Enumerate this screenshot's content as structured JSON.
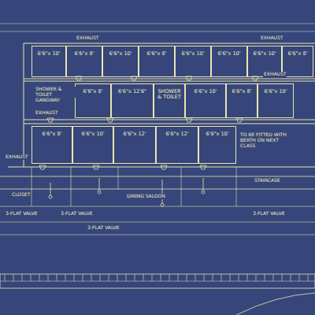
{
  "diagram": {
    "nodes": [
      {
        "text": [
          "6'6\"x 10'"
        ]
      },
      {
        "text": [
          "6'6\"x 8'"
        ]
      },
      {
        "text": [
          "6'6\"x 10'"
        ]
      },
      {
        "text": [
          "6'6\"x 8'"
        ]
      },
      {
        "text": [
          "6'6\"x 10'"
        ]
      },
      {
        "text": [
          "6'6\"x 10'"
        ]
      },
      {
        "text": [
          "6'6\"x 10'"
        ]
      },
      {
        "text": [
          "6'6\"x 8'"
        ]
      },
      {
        "text": [
          "6'6\"x 8'"
        ]
      },
      {
        "text": [
          "6'6\"x 12'6\""
        ]
      },
      {
        "text": [
          "SHOWER & TOILET"
        ]
      },
      {
        "text": [
          "6'6\"x 10'"
        ]
      },
      {
        "text": [
          "6'6\"x 8'"
        ]
      },
      {
        "text": [
          "6'6\"x 10'"
        ]
      },
      {
        "text": [
          "6'6\"x 8'"
        ]
      },
      {
        "text": [
          "6'6\"x 10'"
        ]
      },
      {
        "text": [
          "6'6\"x 12'"
        ]
      },
      {
        "text": [
          "6'6\"x 12'"
        ]
      },
      {
        "text": [
          "6'6\"x 10'"
        ]
      }
    ],
    "labels": [
      "EXHAUST",
      "EXHAUST",
      "EXHAUST",
      "GANGWAY",
      "CLOSET",
      "3-FLAT VALVE",
      "3-FLAT VALVE",
      "3-FLAT VALVE",
      "3-FLAT VALVE",
      "DINING SALOON",
      "STAIRCASE",
      "TO BE FITTED WITH BERTH ON NEXT CLASS",
      "EXHAUST",
      "SHOWER & TOILET",
      "EXHAUST"
    ]
  }
}
